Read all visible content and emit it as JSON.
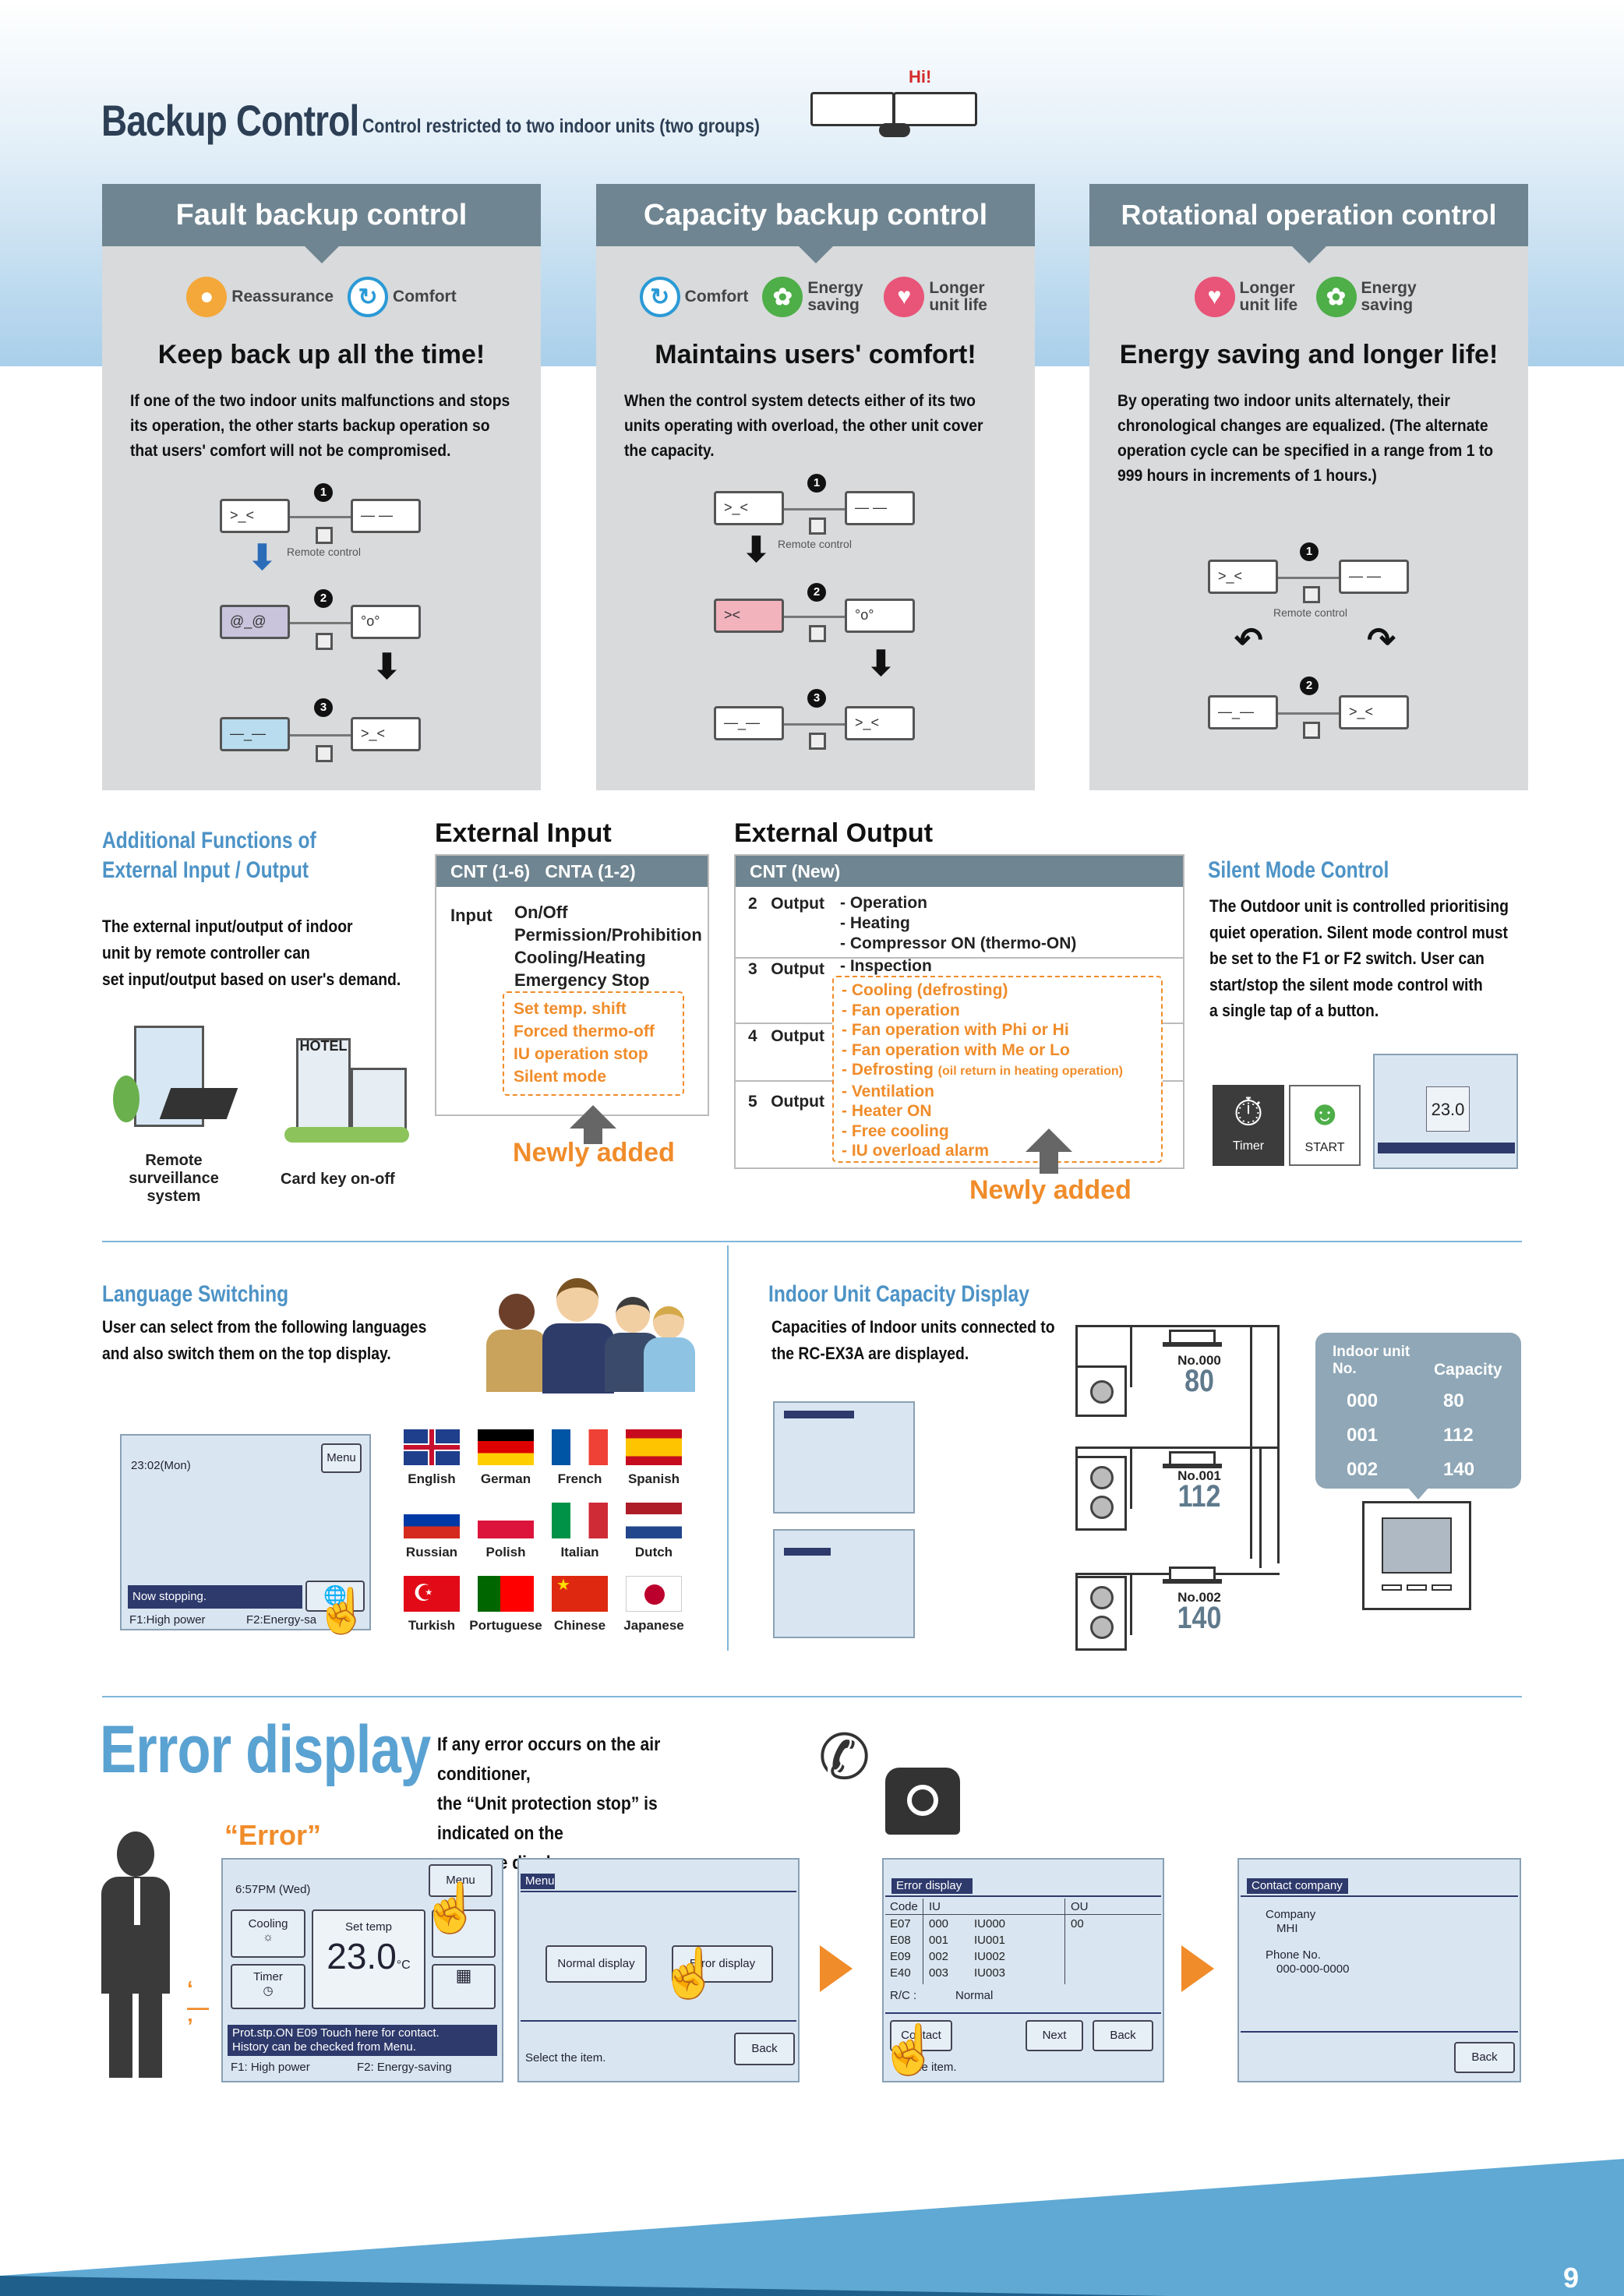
{
  "header": {
    "title": "Backup Control",
    "subtitle": "Control restricted to two indoor units (two groups)",
    "hi_label": "Hi!"
  },
  "panels": [
    {
      "heading": "Fault backup control",
      "badges": [
        "Reassurance",
        "Comfort"
      ],
      "title": "Keep back up all the time!",
      "desc": "If one of the two indoor units malfunctions and stops its operation, the other starts backup operation so that users' comfort will not be compromised.",
      "remote": "Remote control"
    },
    {
      "heading": "Capacity backup control",
      "badges": [
        "Comfort",
        "Energy saving",
        "Longer unit life"
      ],
      "title": "Maintains users' comfort!",
      "desc": "When the control system detects either of its two units operating with overload, the other unit cover the capacity.",
      "remote": "Remote control"
    },
    {
      "heading": "Rotational operation control",
      "badges": [
        "Longer unit life",
        "Energy saving"
      ],
      "title": "Energy saving and longer life!",
      "desc": "By operating two indoor units alternately, their chronological changes are equalized. (The alternate operation cycle can be specified in a range from 1 to 999 hours in increments of 1 hours.)",
      "remote": "Remote control"
    }
  ],
  "additional": {
    "heading_line1": "Additional Functions of",
    "heading_line2": "External Input / Output",
    "body": [
      "The external input/output of indoor",
      "unit by remote controller can",
      "set input/output based on user's demand."
    ],
    "hotel": "HOTEL",
    "caption1_line1": "Remote surveillance",
    "caption1_line2": "system",
    "caption2": "Card key on-off"
  },
  "external_input": {
    "heading": "External Input",
    "table_head": "CNT (1-6)   CNTA (1-2)",
    "label": "Input",
    "items": [
      "On/Off",
      "Permission/Prohibition",
      "Cooling/Heating",
      "Emergency Stop"
    ],
    "new_items": [
      "Set temp. shift",
      "Forced thermo-off",
      "IU operation stop",
      "Silent mode"
    ],
    "newly": "Newly added"
  },
  "external_output": {
    "heading": "External Output",
    "table_head": "CNT (New)",
    "rows": [
      {
        "no": "2",
        "label": "Output",
        "items": [
          "- Operation",
          "- Heating",
          "- Compressor ON (thermo-ON)"
        ]
      },
      {
        "no": "3",
        "label": "Output",
        "items": [
          "- Inspection"
        ]
      },
      {
        "no": "4",
        "label": "Output",
        "items": []
      },
      {
        "no": "5",
        "label": "Output",
        "items": []
      }
    ],
    "new_items": [
      "- Cooling (defrosting)",
      "- Fan operation",
      "- Fan operation with Phi or Hi",
      "- Fan operation with Me or Lo",
      "- Defrosting",
      "- Ventilation",
      "- Heater ON",
      "- Free cooling",
      "- IU overload alarm"
    ],
    "defrost_note": "(oil return in heating operation)",
    "newly": "Newly added"
  },
  "silent": {
    "heading": "Silent Mode Control",
    "body": [
      "The Outdoor unit is controlled prioritising",
      "quiet operation. Silent mode control must",
      " be set to the F1 or F2 switch. User can",
      "start/stop the silent mode control with",
      "a single tap of a button."
    ],
    "timer": "Timer",
    "start": "START",
    "temp": "23.0"
  },
  "language": {
    "heading": "Language Switching",
    "body": [
      "User can select from the following languages",
      "and also switch them on the top display."
    ],
    "screen_date": "23:02(Mon)",
    "screen_menu": "Menu",
    "screen_status": "Now stopping.",
    "screen_f1": "F1:High power",
    "screen_f2": "F2:Energy-sa",
    "languages": [
      "English",
      "German",
      "French",
      "Spanish",
      "Russian",
      "Polish",
      "Italian",
      "Dutch",
      "Turkish",
      "Portuguese",
      "Chinese",
      "Japanese"
    ]
  },
  "capacity": {
    "heading": "Indoor Unit Capacity Display",
    "body": [
      "Capacities of Indoor units connected to",
      "the RC-EX3A are displayed."
    ],
    "units": [
      {
        "no": "No.000",
        "cap": "80"
      },
      {
        "no": "No.001",
        "cap": "112"
      },
      {
        "no": "No.002",
        "cap": "140"
      }
    ],
    "table_head_no": "Indoor unit No.",
    "table_head_cap": "Capacity",
    "table_rows": [
      [
        "000",
        "80"
      ],
      [
        "001",
        "112"
      ],
      [
        "002",
        "140"
      ]
    ]
  },
  "error": {
    "heading": "Error display",
    "body": [
      "If any error occurs on the air conditioner,",
      "the “Unit protection stop” is indicated on the",
      "message display."
    ],
    "error_label": "“Error”",
    "s1": {
      "time": "6:57PM (Wed)",
      "menu": "Menu",
      "cooling": "Cooling",
      "settemp": "Set temp",
      "temp": "23.0",
      "unit": "°C",
      "timer": "Timer",
      "msg1": "Prot.stp.ON E09 Touch here for contact.",
      "msg2": "History can be checked from Menu.",
      "f1": "F1: High power",
      "f2": "F2: Energy-saving"
    },
    "s2": {
      "title": "Menu",
      "normal": "Normal display",
      "error": "Error display",
      "select": "Select the item.",
      "back": "Back"
    },
    "s3": {
      "title": "Error display",
      "col_code": "Code",
      "col_iu": "IU",
      "col_ou": "OU",
      "rows": [
        [
          "E07",
          "000",
          "IU000",
          ""
        ],
        [
          "E08",
          "001",
          "IU001",
          ""
        ],
        [
          "E09",
          "002",
          "IU002",
          ""
        ],
        [
          "E40",
          "003",
          "IU003",
          "00"
        ]
      ],
      "rc_label": "R/C :",
      "rc_value": "Normal",
      "contact": "Contact",
      "next": "Next",
      "back": "Back",
      "select": "the item."
    },
    "s4": {
      "title": "Contact company",
      "company_label": "Company",
      "company": "MHI",
      "phone_label": "Phone No.",
      "phone": "000-000-0000",
      "back": "Back"
    }
  },
  "footer": {
    "page": "9"
  }
}
